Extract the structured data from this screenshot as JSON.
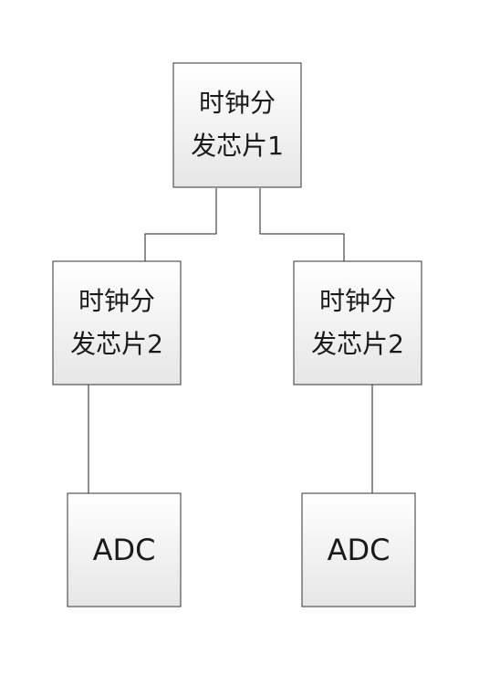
{
  "nodes": {
    "root": {
      "line1": "时钟分",
      "line2": "发芯片1"
    },
    "left_splitter": {
      "line1": "时钟分",
      "line2": "发芯片2"
    },
    "right_splitter": {
      "line1": "时钟分",
      "line2": "发芯片2"
    },
    "left_adc": {
      "label": "ADC"
    },
    "right_adc": {
      "label": "ADC"
    }
  },
  "colors": {
    "box_gradient_top": "#ffffff",
    "box_gradient_bottom": "#e8e8e8",
    "box_border": "#333333",
    "line": "#222222",
    "text": "#1a1a1a"
  }
}
